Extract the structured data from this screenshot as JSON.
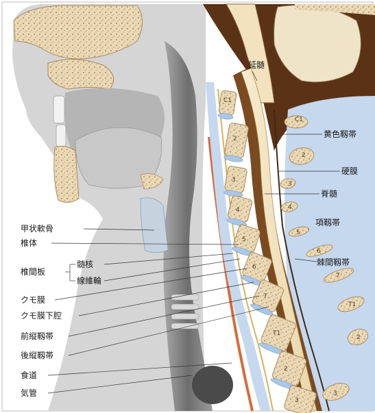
{
  "labels_left": {
    "thyroid_cartilage": "甲状軟骨",
    "vertebral_body": "椎体",
    "intervertebral_disc": "椎間板",
    "nucleus_pulposus": "髄核",
    "annulus_fibrosus": "線維輪",
    "arachnoid": "クモ膜",
    "subarachnoid_space": "クモ膜下腔",
    "anterior_longitudinal_ligament": "前縦靱帯",
    "posterior_longitudinal_ligament": "後縦靱帯",
    "esophagus": "食道",
    "trachea": "気管"
  },
  "labels_right": {
    "medulla_oblongata": "延髄",
    "ligamentum_flavum": "黄色靱帯",
    "dura_mater": "硬膜",
    "spinal_cord": "脊髄",
    "nuchal_ligament": "項靱帯",
    "interspinous_ligament": "棘間靱帯"
  },
  "vertebra_numbers": {
    "c1": "C1",
    "c2": "2",
    "c3": "3",
    "c4": "4",
    "c5": "5",
    "c6": "6",
    "c7": "7",
    "t1": "T1",
    "t2": "2",
    "t3": "3",
    "sp_c1": "C1",
    "sp_2": "2",
    "sp_3": "3",
    "sp_4": "4",
    "sp_5": "5",
    "sp_6": "6",
    "sp_7": "7",
    "sp_t1": "T1",
    "sp_t2": "2",
    "sp_t3": "3"
  },
  "colors": {
    "bone": "#e9dcc0",
    "bone_spongy": "#cdb48a",
    "soft_tissue": "#c9c9c9",
    "airway_dark": "#7c7c7c",
    "spinal_cord": "#f4e6c4",
    "disc": "#a9c7e6",
    "brain_dark": "#5a3216",
    "ligament_blue": "#c6d8ee",
    "esophagus_orange": "#d96a3a"
  }
}
